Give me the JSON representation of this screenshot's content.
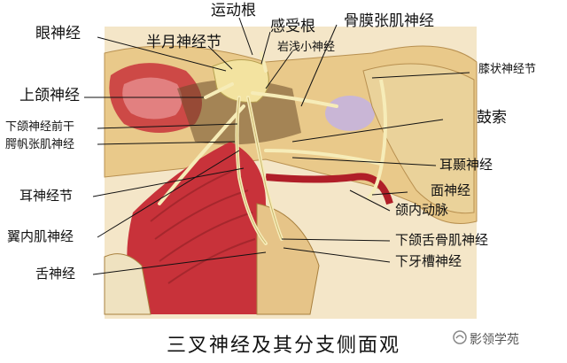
{
  "labels": {
    "yanshenjing": "眼神经",
    "banyue": "半月神经节",
    "yundonggen": "运动根",
    "ganshougen": "感受根",
    "yanqian": "岩浅小神经",
    "gumo": "骨膜张肌神经",
    "xizhuang": "膝状神经节",
    "shanghe": "上颌神经",
    "xiahe_qiangan": "下颌神经前干",
    "etunfan": "腭帆张肌神经",
    "gusuo": "鼓索",
    "erhuo": "耳颞神经",
    "ershenjingjie": "耳神经节",
    "mianshenjing": "面神经",
    "yineijiroushenjing": "翼内肌神经",
    "heneidongmai": "颌内动脉",
    "xiaheshe": "下颌舌骨肌神经",
    "sheshenjing": "舌神经",
    "xiayacao": "下牙槽神经"
  },
  "caption": "三叉神经及其分支侧面观",
  "watermark": "影领学苑",
  "colors": {
    "bone": "#e9c98a",
    "muscle": "#c8323a",
    "nerve": "#f3e3a0",
    "background": "#f6ead0"
  }
}
